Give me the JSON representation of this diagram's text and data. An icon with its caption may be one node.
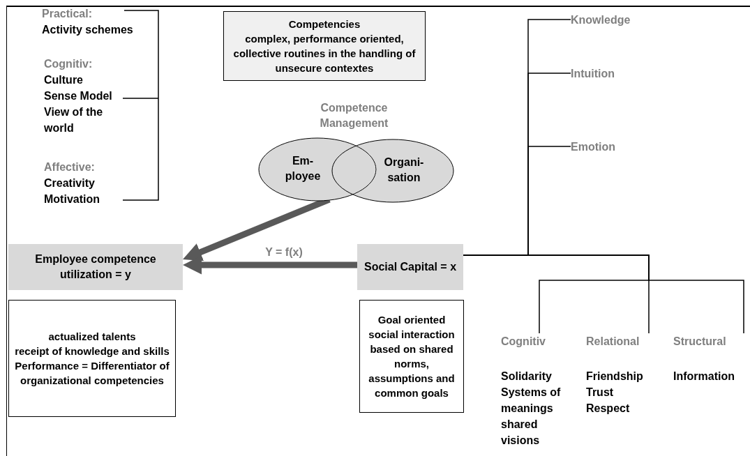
{
  "diagram": {
    "nodes": [
      {
        "text": [
          "Practical:",
          "Activity schemes"
        ]
      },
      {
        "text": [
          "Cognitiv:",
          "Culture",
          "Sense Model",
          "View of the world"
        ]
      },
      {
        "text": [
          "Affective:",
          "Creativity",
          "Motivation"
        ]
      },
      {
        "text": [
          "Competencies",
          "complex, performance oriented, collective routines in the handling of unsecure contextes"
        ]
      },
      {
        "text": [
          "Em- ployee"
        ]
      },
      {
        "text": [
          "Organi- sation"
        ]
      },
      {
        "text": [
          "Knowledge"
        ]
      },
      {
        "text": [
          "Intuition"
        ]
      },
      {
        "text": [
          "Emotion"
        ]
      },
      {
        "text": [
          "Employee competence utilization = y"
        ]
      },
      {
        "text": [
          "Social Capital = x"
        ]
      },
      {
        "text": [
          "actualized talents",
          "receipt of knowledge and skills",
          "Performance = Differentiator of organizational competencies"
        ]
      },
      {
        "text": [
          "Goal oriented social interaction based on shared norms, assumptions and common goals"
        ]
      },
      {
        "text": [
          "Cognitiv",
          "Solidarity",
          "Systems of meanings",
          "shared visions"
        ]
      },
      {
        "text": [
          "Relational",
          "Friendship",
          "Trust",
          "Respect"
        ]
      },
      {
        "text": [
          "Structural",
          "Information"
        ]
      }
    ],
    "edges": [
      {
        "from": 4,
        "to": 9,
        "arrow": "to",
        "style": "thick",
        "color": "#595959"
      },
      {
        "from": 10,
        "to": 9,
        "arrow": "to",
        "label": "Y = f(x)",
        "style": "thick",
        "color": "#595959"
      },
      {
        "from": 10,
        "to": 6,
        "arrow": "none"
      },
      {
        "from": 10,
        "to": 7,
        "arrow": "none"
      },
      {
        "from": 10,
        "to": 8,
        "arrow": "none"
      },
      {
        "from": 10,
        "to": 13,
        "arrow": "none"
      },
      {
        "from": 10,
        "to": 14,
        "arrow": "none"
      },
      {
        "from": 10,
        "to": 15,
        "arrow": "none"
      }
    ],
    "labels": [
      "Competence Management"
    ]
  }
}
